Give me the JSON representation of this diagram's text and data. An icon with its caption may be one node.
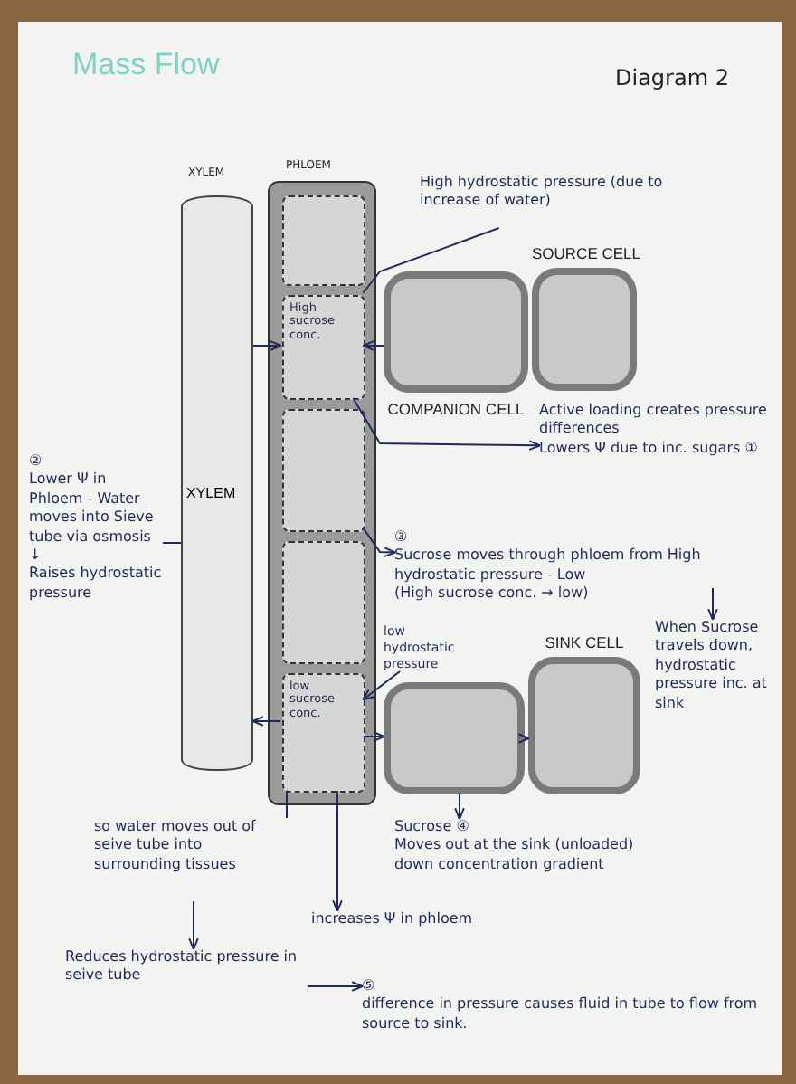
{
  "diagram": {
    "title": "Mass Flow",
    "nodes": [
      {
        "text": [
          "XYLEM"
        ]
      },
      {
        "text": [],
        "shape": "box"
      },
      {
        "text": [],
        "shape": "box",
        "in": 1
      },
      {
        "text": [
          "High sucrose conc."
        ],
        "in": 1
      },
      {
        "text": [],
        "shape": "box",
        "in": 1
      },
      {
        "text": [],
        "shape": "box",
        "in": 1
      },
      {
        "text": [
          "low sucrose conc."
        ],
        "in": 1
      },
      {
        "text": [
          "COMPANION CELL"
        ]
      },
      {
        "text": [
          "SOURCE CELL"
        ]
      },
      {
        "text": [],
        "shape": "box"
      },
      {
        "text": [
          "SINK CELL"
        ]
      },
      {
        "text": [
          "High hydrostatic pressure (due to increase of water)"
        ]
      },
      {
        "text": [
          "Active loading creates pressure differences",
          "Lowers Ψ due to inc. sugars ①"
        ]
      },
      {
        "text": [
          "②",
          "Lower Ψ in Phloem - Water moves into Sieve tube via osmosis",
          "↓",
          "Raises hydrostatic pressure"
        ]
      },
      {
        "text": [
          "③",
          "Sucrose moves through phloem from High hydrostatic pressure - Low",
          "(High sucrose conc. → low)"
        ]
      },
      {
        "text": [
          "When Sucrose travels down, hydrostatic pressure inc. at sink"
        ]
      },
      {
        "text": [
          "low hydrostatic pressure"
        ]
      },
      {
        "text": [
          "Sucrose ④",
          "Moves out at the sink (unloaded)",
          "down concentration gradient"
        ]
      },
      {
        "text": [
          "so water moves out of seive tube into surrounding tissues"
        ]
      },
      {
        "text": [
          "increases Ψ in phloem"
        ]
      },
      {
        "text": [
          "Reduces hydrostatic pressure in seive tube"
        ]
      },
      {
        "text": [
          "⑤",
          "difference in pressure causes fluid in tube to flow from source to sink."
        ]
      }
    ],
    "edges": [
      {
        "from": 0,
        "to": 3,
        "arrow": "to"
      },
      {
        "from": 7,
        "to": 3,
        "arrow": "to"
      },
      {
        "from": 11,
        "to": 3,
        "arrow": "none"
      },
      {
        "from": 3,
        "to": 12,
        "arrow": "to"
      },
      {
        "from": 13,
        "to": 0,
        "arrow": "none"
      },
      {
        "from": 4,
        "to": 14,
        "arrow": "to"
      },
      {
        "from": 14,
        "to": 15,
        "arrow": "to"
      },
      {
        "from": 16,
        "to": 6,
        "arrow": "to"
      },
      {
        "from": 6,
        "to": 0,
        "arrow": "to"
      },
      {
        "from": 6,
        "to": 9,
        "arrow": "to"
      },
      {
        "from": 9,
        "to": 10,
        "arrow": "to"
      },
      {
        "from": 9,
        "to": 17,
        "arrow": "to"
      },
      {
        "from": 18,
        "to": 6,
        "arrow": "none"
      },
      {
        "from": 6,
        "to": 19,
        "arrow": "to"
      },
      {
        "from": 18,
        "to": 20,
        "arrow": "to"
      },
      {
        "from": 20,
        "to": 21,
        "arrow": "to"
      }
    ],
    "labels": [
      "Diagram 2",
      "XYLEM",
      "PHLOEM"
    ]
  }
}
